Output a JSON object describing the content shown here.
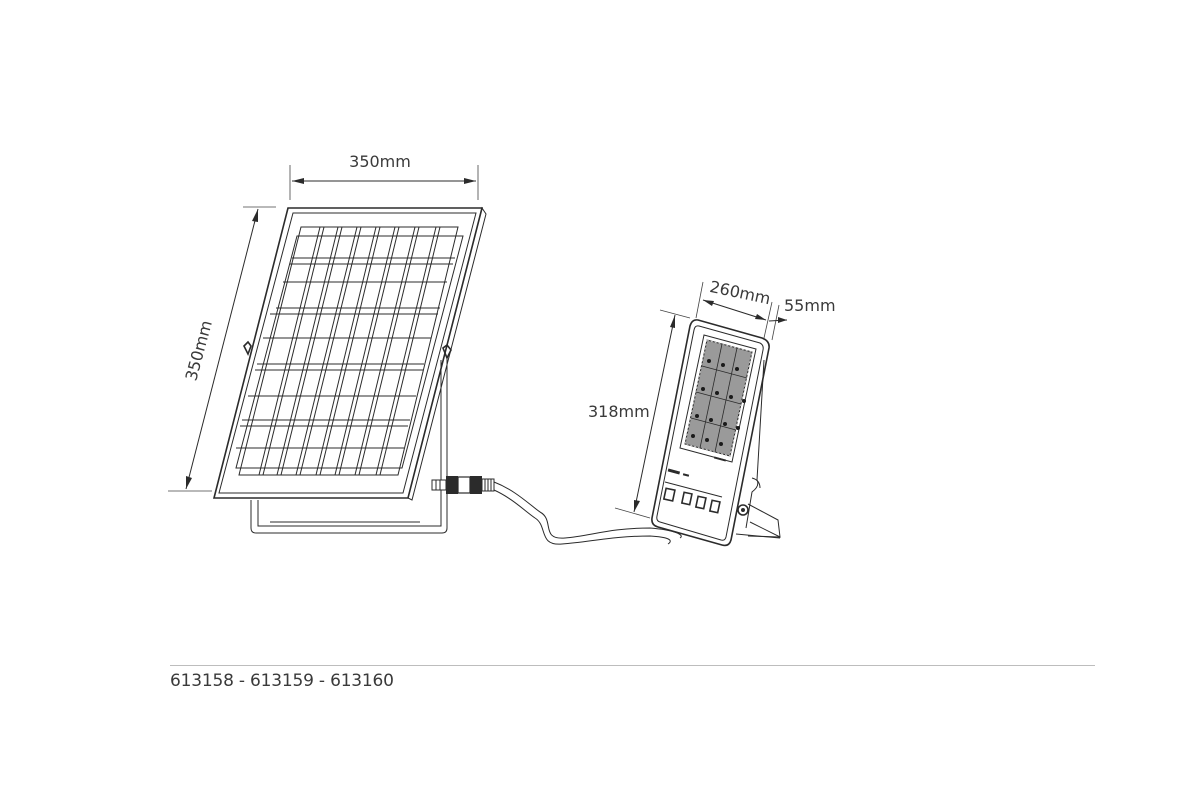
{
  "diagram": {
    "solar_panel": {
      "width_label": "350mm",
      "height_label": "350mm",
      "grid_columns": 8,
      "grid_rows": 8
    },
    "flood_light": {
      "width_label": "260mm",
      "depth_label": "55mm",
      "height_label": "318mm",
      "control_buttons": 4
    },
    "cable": {
      "connects": [
        "solar_panel",
        "flood_light"
      ]
    }
  },
  "footer": {
    "product_codes": "613158 - 613159 - 613160"
  },
  "colors": {
    "line": "#2b2b2b",
    "text": "#3a3a3a",
    "rule": "#bdbdbd",
    "background": "#ffffff"
  }
}
